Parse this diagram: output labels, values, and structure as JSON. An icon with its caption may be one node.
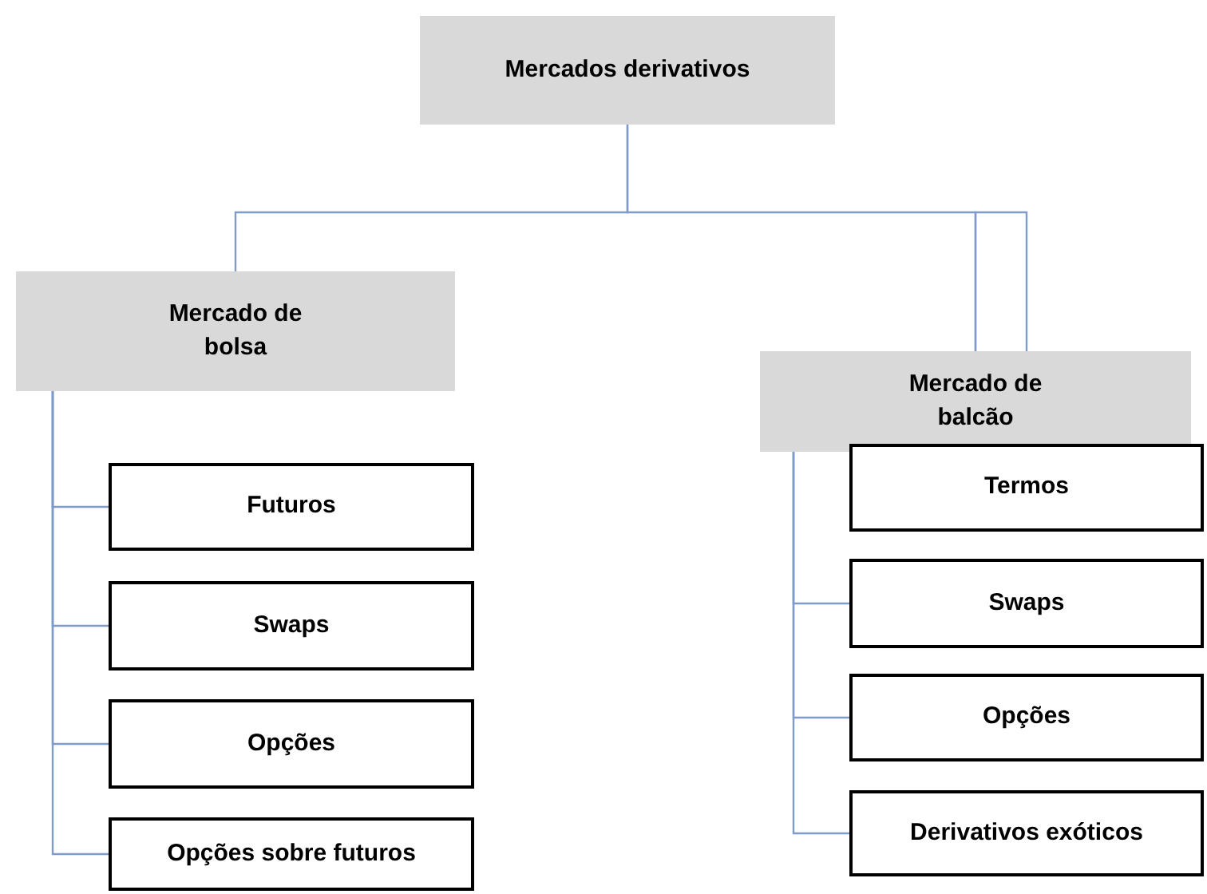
{
  "diagram": {
    "nodes": [
      {
        "text": [
          "Mercados derivativos"
        ]
      },
      {
        "text": [
          "Mercado de bolsa"
        ]
      },
      {
        "text": [
          "Futuros"
        ]
      },
      {
        "text": [
          "Swaps"
        ]
      },
      {
        "text": [
          "Opções"
        ]
      },
      {
        "text": [
          "Opções sobre futuros"
        ]
      },
      {
        "text": [
          "Mercado de balcão"
        ]
      },
      {
        "text": [
          "Termos"
        ]
      },
      {
        "text": [
          "Swaps"
        ]
      },
      {
        "text": [
          "Opções"
        ]
      },
      {
        "text": [
          "Derivativos exóticos"
        ]
      }
    ],
    "edges": [
      {
        "from": 0,
        "to": 1,
        "arrow": "none"
      },
      {
        "from": 0,
        "to": 6,
        "arrow": "none"
      },
      {
        "from": 1,
        "to": 2,
        "arrow": "none"
      },
      {
        "from": 1,
        "to": 3,
        "arrow": "none"
      },
      {
        "from": 1,
        "to": 4,
        "arrow": "none"
      },
      {
        "from": 1,
        "to": 5,
        "arrow": "none"
      },
      {
        "from": 6,
        "to": 7,
        "arrow": "none"
      },
      {
        "from": 6,
        "to": 8,
        "arrow": "none"
      },
      {
        "from": 6,
        "to": 9,
        "arrow": "none"
      },
      {
        "from": 6,
        "to": 10,
        "arrow": "none"
      }
    ]
  }
}
